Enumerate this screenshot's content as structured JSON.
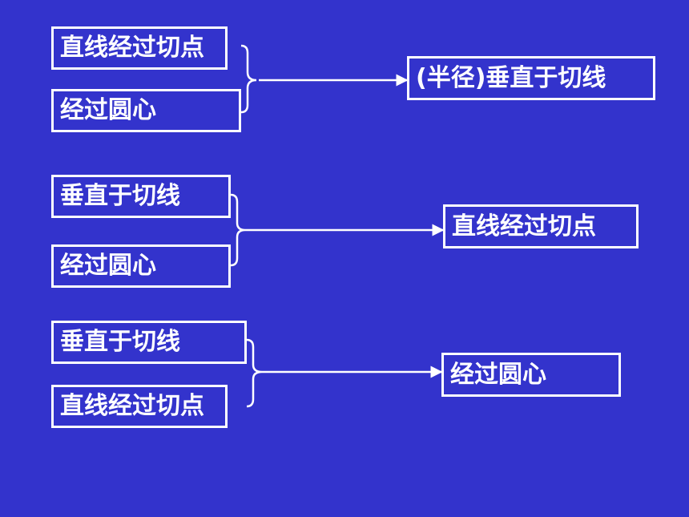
{
  "colors": {
    "background": "#3333cc",
    "foreground": "#ffffff"
  },
  "groups": [
    {
      "premises": [
        "直线经过切点",
        "经过圆心"
      ],
      "conclusion": "(半径)垂直于切线"
    },
    {
      "premises": [
        "垂直于切线",
        "经过圆心"
      ],
      "conclusion": "直线经过切点"
    },
    {
      "premises": [
        "垂直于切线",
        "直线经过切点"
      ],
      "conclusion": "经过圆心"
    }
  ]
}
